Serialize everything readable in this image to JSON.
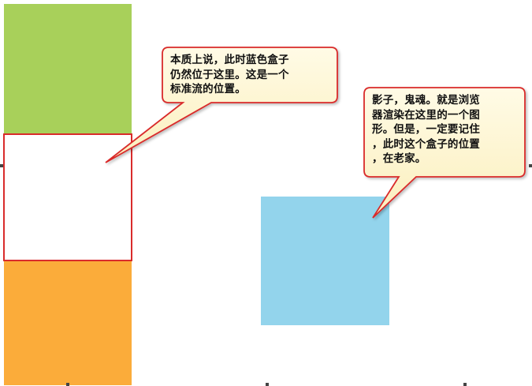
{
  "colors": {
    "green_block": "#a8d05a",
    "orange_block": "#fbac3a",
    "blue_box": "#93d4ec",
    "callout_fill": "#fdf6d2",
    "callout_border": "#d92b2b",
    "placeholder_border": "#d92b2b"
  },
  "callouts": {
    "original_position": {
      "lines": [
        "本质上说，此时蓝色盒子",
        "仍然位于这里。这是一个",
        "标准流的位置。"
      ]
    },
    "ghost": {
      "lines": [
        "影子，鬼魂。就是浏览",
        "器渲染在这里的一个图",
        "形。但是，一定要记住",
        "，此时这个盒子的位置",
        "，在老家。"
      ]
    }
  }
}
